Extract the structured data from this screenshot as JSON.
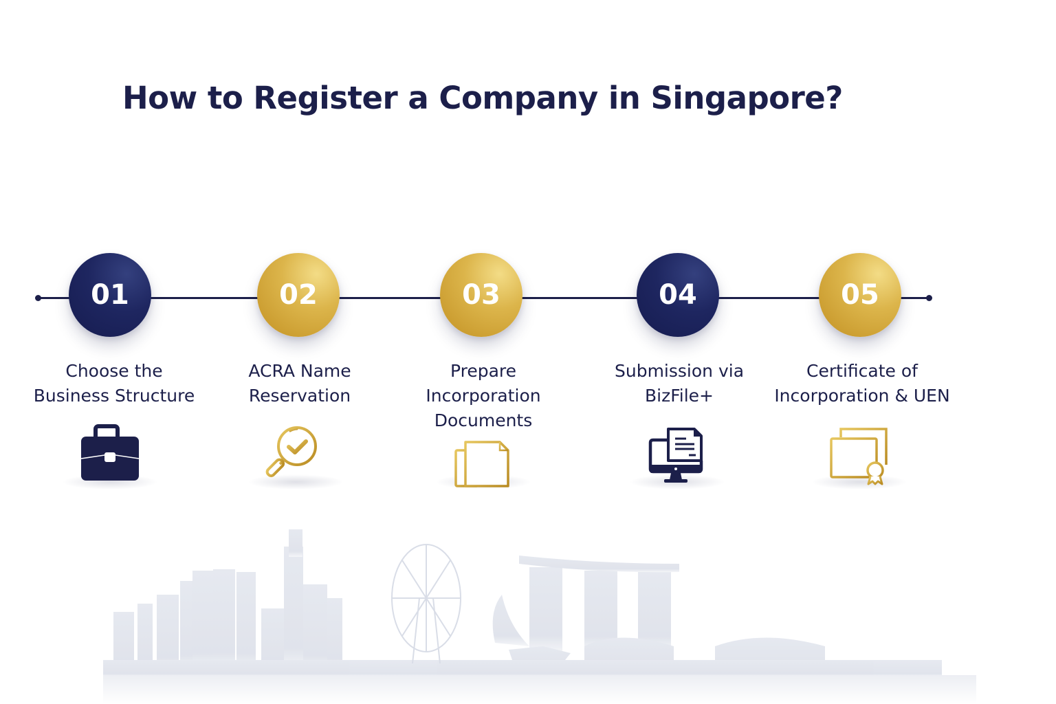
{
  "title": "How to Register a Company in Singapore?",
  "colors": {
    "navy": "#1c1f4a",
    "gold": "#d4ac3e",
    "skyline": "#dfe3ec"
  },
  "steps": [
    {
      "number": "01",
      "label_lines": [
        "Choose the",
        "Business Structure"
      ],
      "color": "navy",
      "icon": "briefcase-icon"
    },
    {
      "number": "02",
      "label_lines": [
        "ACRA Name",
        "Reservation"
      ],
      "color": "gold",
      "icon": "magnifier-check-icon"
    },
    {
      "number": "03",
      "label_lines": [
        "Prepare",
        "Incorporation",
        "Documents"
      ],
      "color": "gold",
      "icon": "documents-icon"
    },
    {
      "number": "04",
      "label_lines": [
        "Submission via",
        "BizFile+"
      ],
      "color": "navy",
      "icon": "computer-document-icon"
    },
    {
      "number": "05",
      "label_lines": [
        "Certificate of",
        "Incorporation & UEN"
      ],
      "color": "gold",
      "icon": "certificate-icon"
    }
  ],
  "background": {
    "illustration": "singapore-skyline"
  }
}
